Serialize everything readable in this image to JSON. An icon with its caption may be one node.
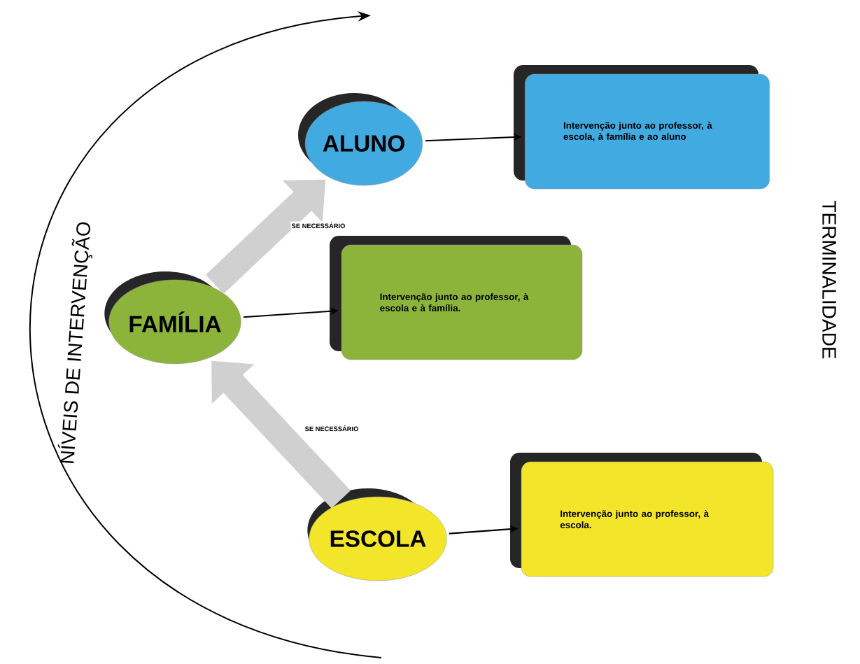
{
  "diagram": {
    "nodes": [
      {
        "text": [
          "ALUNO"
        ]
      },
      {
        "text": [
          "Intervenção junto ao professor, à escola, à família e ao aluno"
        ]
      },
      {
        "text": [
          "FAMÍLIA"
        ]
      },
      {
        "text": [
          "Intervenção junto ao professor, à escola e à família."
        ]
      },
      {
        "text": [
          "ESCOLA"
        ]
      },
      {
        "text": [
          "Intervenção junto ao professor, à escola."
        ]
      }
    ],
    "edges": [
      {
        "from": 0,
        "to": 1,
        "arrow": "to"
      },
      {
        "from": 2,
        "to": 0,
        "arrow": "to",
        "label": "SE NECESSÁRIO",
        "style": "thick",
        "color": "#d0d0d0"
      },
      {
        "from": 2,
        "to": 3,
        "arrow": "to"
      },
      {
        "from": 4,
        "to": 2,
        "arrow": "to",
        "label": "SE NECESSÁRIO",
        "style": "thick",
        "color": "#d0d0d0"
      },
      {
        "from": 4,
        "to": 5,
        "arrow": "to"
      }
    ],
    "labels": [
      "NÍVEIS DE INTERVENÇÃO",
      "TERMINALIDADE"
    ]
  }
}
